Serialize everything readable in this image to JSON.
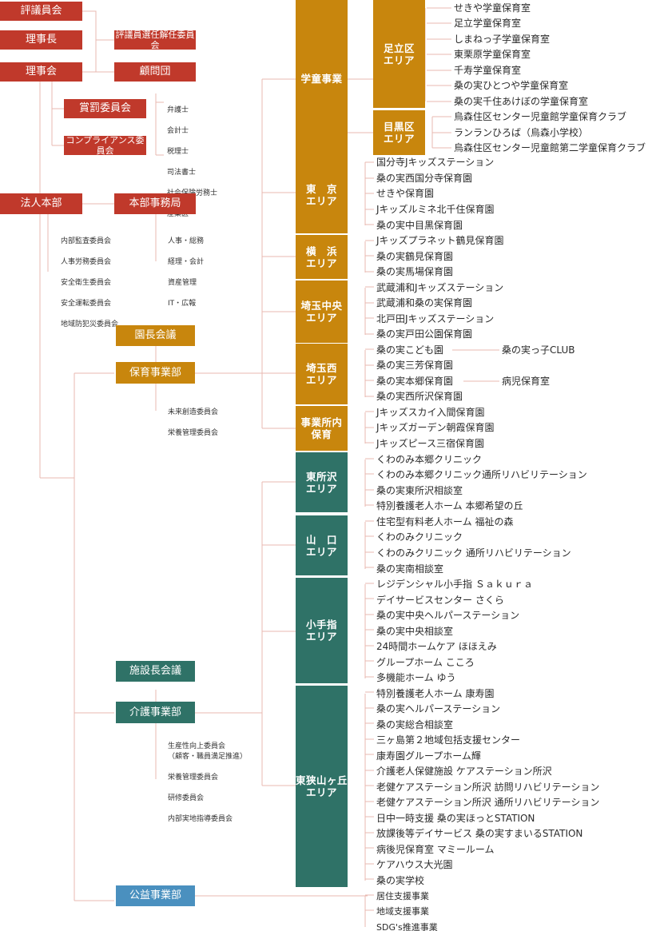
{
  "top": {
    "hyogiinkai": "評議員会",
    "rijicho": "理事長",
    "senin_kaijin": "評議員選任解任委員会",
    "rijikai": "理事会",
    "komondan": "顧問団",
    "shobatsu": "賞罰委員会",
    "compliance": "コンプライアンス委員会",
    "advisors": [
      "弁護士",
      "会計士",
      "税理士",
      "司法書士",
      "社会保険労務士",
      "産業医"
    ]
  },
  "honbu": {
    "hojin_honbu": "法人本部",
    "honbu_jimukyoku": "本部事務局",
    "committees": [
      "内部監査委員会",
      "人事労務委員会",
      "安全衛生委員会",
      "安全運転委員会",
      "地域防犯災委員会"
    ],
    "functions": [
      "人事・総務",
      "経理・会計",
      "資産管理",
      "IT・広報"
    ]
  },
  "hoiku": {
    "encho_kaigi": "園長会議",
    "hoiku_jigyobu": "保育事業部",
    "committees": [
      "未来創造委員会",
      "栄養管理委員会"
    ],
    "gakudo_label": "学童事業",
    "adachi": {
      "label": "足立区\nエリア",
      "items": [
        "せきや学童保育室",
        "足立学童保育室",
        "しまねっ子学童保育室",
        "東栗原学童保育室",
        "千寿学童保育室",
        "桑の実ひとつや学童保育室",
        "桑の実千住あけぼの学童保育室"
      ]
    },
    "meguro": {
      "label": "目黒区\nエリア",
      "items": [
        "烏森住区センター児童館学童保育クラブ",
        "ランランひろば（烏森小学校）",
        "烏森住区センター児童館第二学童保育クラブ"
      ]
    },
    "tokyo": {
      "label": "東　京\nエリア",
      "items": [
        "国分寺Jキッズステーション",
        "桑の実西国分寺保育園",
        "せきや保育園",
        "Jキッズルミネ北千住保育園",
        "桑の実中目黒保育園"
      ]
    },
    "yokohama": {
      "label": "横　浜\nエリア",
      "items": [
        "Jキッズプラネット鶴見保育園",
        "桑の実鶴見保育園",
        "桑の実馬場保育園"
      ]
    },
    "saitama_chuo": {
      "label": "埼玉中央\nエリア",
      "items": [
        "武蔵浦和Jキッズステーション",
        "武蔵浦和桑の実保育園",
        "北戸田Jキッズステーション",
        "桑の実戸田公園保育園"
      ]
    },
    "saitama_nishi": {
      "label": "埼玉西\nエリア",
      "items": [
        "桑の実こども園",
        "桑の実三芳保育園",
        "桑の実本郷保育園",
        "桑の実西所沢保育園"
      ],
      "sub1": "桑の実っ子CLUB",
      "sub2": "病児保育室"
    },
    "jigyosho": {
      "label": "事業所内\n保育",
      "items": [
        "Jキッズスカイ入間保育園",
        "Jキッズガーデン朝霞保育園",
        "Jキッズピース三宿保育園"
      ]
    }
  },
  "kaigo": {
    "shisetsucho_kaigi": "施設長会議",
    "kaigo_jigyobu": "介護事業部",
    "committees": [
      "生産性向上委員会\n（顧客・職員満足推進）",
      "栄養管理委員会",
      "研修委員会",
      "内部実地指導委員会"
    ],
    "higashi_tokorozawa": {
      "label": "東所沢\nエリア",
      "items": [
        "くわのみ本郷クリニック",
        "くわのみ本郷クリニック通所リハビリテーション",
        "桑の実東所沢相談室",
        "特別養護老人ホーム 本郷希望の丘"
      ]
    },
    "yamaguchi": {
      "label": "山　口\nエリア",
      "items": [
        "住宅型有料老人ホーム 福祉の森",
        "くわのみクリニック",
        "くわのみクリニック 通所リハビリテーション",
        "桑の実南相談室"
      ]
    },
    "koteshi": {
      "label": "小手指\nエリア",
      "items": [
        "レジデンシャル小手指 Ｓａｋｕｒａ",
        "デイサービスセンター さくら",
        "桑の実中央ヘルパーステーション",
        "桑の実中央相談室",
        "24時間ホームケア ほほえみ",
        "グループホーム こころ",
        "多機能ホーム ゆう"
      ]
    },
    "higashi_sayama": {
      "label": "東狭山ヶ丘\nエリア",
      "items": [
        "特別養護老人ホーム 康寿園",
        "桑の実ヘルパーステーション",
        "桑の実総合相談室",
        "三ヶ島第２地域包括支援センター",
        "康寿園グループホーム輝",
        "介護老人保健施設 ケアステーション所沢",
        "老健ケアステーション所沢 訪問リハビリテーション",
        "老健ケアステーション所沢 通所リハビリテーション",
        "日中一時支援 桑の実ほっとSTATION",
        "放課後等デイサービス 桑の実すまいるSTATION",
        "病後児保育室 マミールーム",
        "ケアハウス大光園",
        "桑の実学校"
      ]
    }
  },
  "koeki": {
    "label": "公益事業部",
    "items": [
      "居住支援事業",
      "地域支援事業",
      "SDG's推進事業"
    ]
  },
  "colors": {
    "red": "#c0392b",
    "gold": "#c8860d",
    "teal": "#2f7267",
    "blue": "#4a90bf",
    "line": "#e8b9b0"
  }
}
